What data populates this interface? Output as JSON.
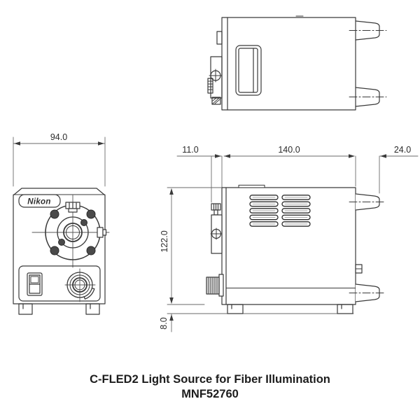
{
  "caption": {
    "line1": "C-FLED2 Light Source for Fiber Illumination",
    "line2": "MNF52760"
  },
  "front_view": {
    "logo": "Nikon",
    "width_dim": "94.0"
  },
  "side_view": {
    "front_offset_dim": "11.0",
    "depth_dim": "140.0",
    "rear_dim": "24.0",
    "height_dim": "122.0",
    "foot_height_dim": "8.0"
  },
  "colors": {
    "line": "#3a3a3a",
    "thin_line": "#6a6a6a",
    "screw_fill": "#4a4a4a",
    "background": "#ffffff"
  }
}
